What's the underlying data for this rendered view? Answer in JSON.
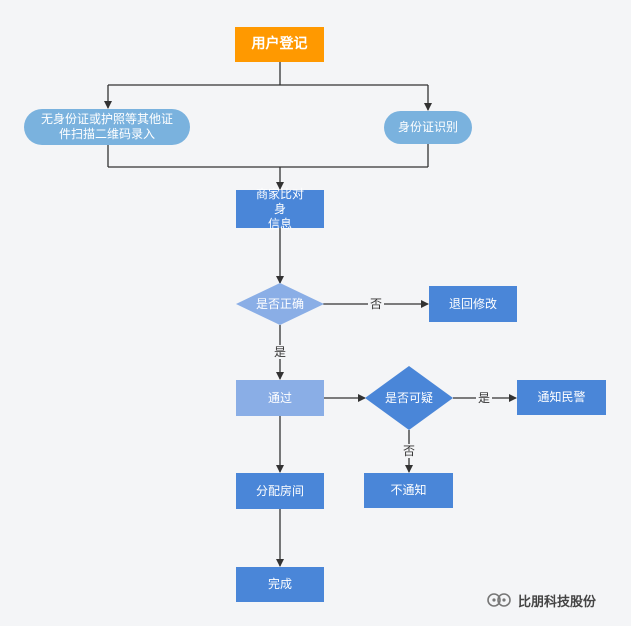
{
  "flowchart": {
    "start": "用户登记",
    "left_branch_line1": "无身份证或护照等其他证",
    "left_branch_line2": "件扫描二维码录入",
    "right_branch": "身份证识别",
    "merchant_line1": "商家比对身",
    "merchant_line2": "信息",
    "decision_correct": "是否正确",
    "retry": "退回修改",
    "pass": "通过",
    "decision_suspicious": "是否可疑",
    "notify_police": "通知民警",
    "no_notify": "不通知",
    "assign_room": "分配房间",
    "done": "完成"
  },
  "edge_labels": {
    "no_1": "否",
    "yes_1": "是",
    "yes_2": "是",
    "no_2": "否"
  },
  "watermark": {
    "text": "比朋科技股份",
    "icon": "wechat-official-account-icon"
  },
  "colors": {
    "start": "#ff9900",
    "branch": "#7ab2de",
    "process": "#4a86d8",
    "decision": "#8aaee6",
    "line": "#333333",
    "background": "#f4f5f7"
  }
}
